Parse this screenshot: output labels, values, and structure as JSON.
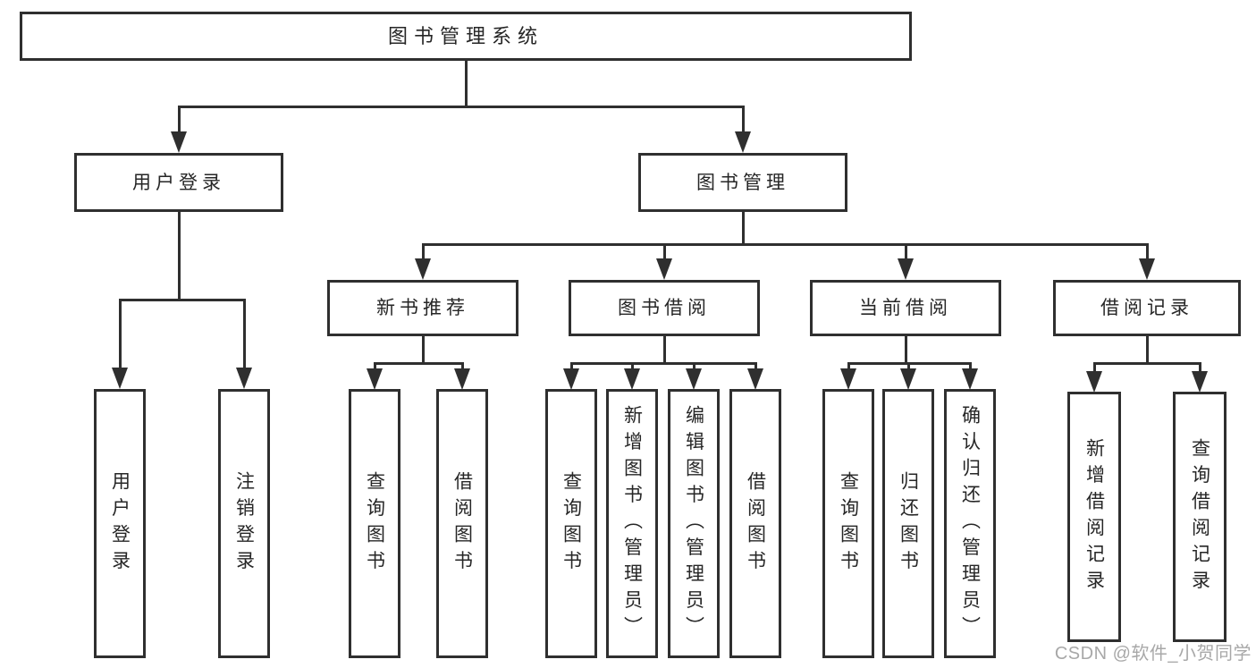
{
  "diagram_title": "图书管理系统",
  "tree": {
    "root": {
      "label": "图书管理系统"
    },
    "branches": [
      {
        "label": "用户登录",
        "children": [
          {
            "label": "用户登录"
          },
          {
            "label": "注销登录"
          }
        ]
      },
      {
        "label": "图书管理",
        "groups": [
          {
            "label": "新书推荐",
            "children": [
              {
                "label": "查询图书"
              },
              {
                "label": "借阅图书"
              }
            ]
          },
          {
            "label": "图书借阅",
            "children": [
              {
                "label": "查询图书"
              },
              {
                "label": "新增图书（管理员）"
              },
              {
                "label": "编辑图书（管理员）"
              },
              {
                "label": "借阅图书"
              }
            ]
          },
          {
            "label": "当前借阅",
            "children": [
              {
                "label": "查询图书"
              },
              {
                "label": "归还图书"
              },
              {
                "label": "确认归还（管理员）"
              }
            ]
          },
          {
            "label": "借阅记录",
            "children": [
              {
                "label": "新增借阅记录"
              },
              {
                "label": "查询借阅记录"
              }
            ]
          }
        ]
      }
    ]
  },
  "watermark": {
    "text": "CSDN @软件_小贺同学"
  },
  "colors": {
    "line": "#2f2f2f",
    "text": "#262626",
    "watermark": "#a8a8a8",
    "background": "#ffffff"
  }
}
